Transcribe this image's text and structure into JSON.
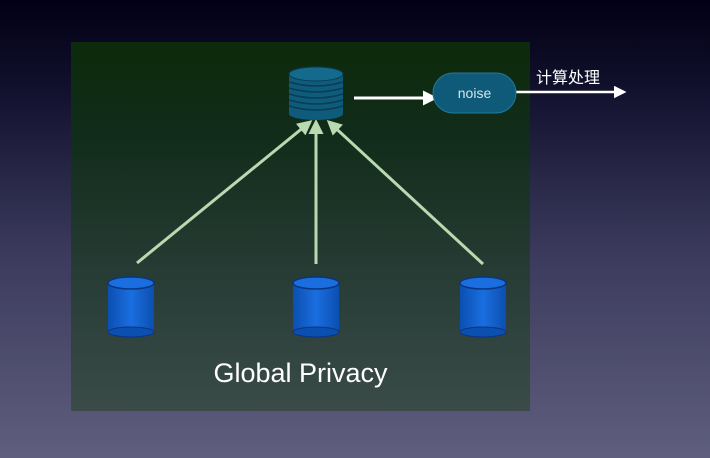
{
  "title": "Global Privacy",
  "central_node": {
    "icon": "database-stack-icon"
  },
  "noise_box": {
    "label": "noise"
  },
  "output": {
    "label": "计算处理"
  },
  "sources": [
    {
      "icon": "database-icon"
    },
    {
      "icon": "database-icon"
    },
    {
      "icon": "database-icon"
    }
  ],
  "colors": {
    "source_db": "#0f5fc8",
    "central_db": "#0f5b7b",
    "noise_box": "#0e5a78",
    "arrows": "#b9d9b0",
    "output_arrow": "#ffffff"
  }
}
